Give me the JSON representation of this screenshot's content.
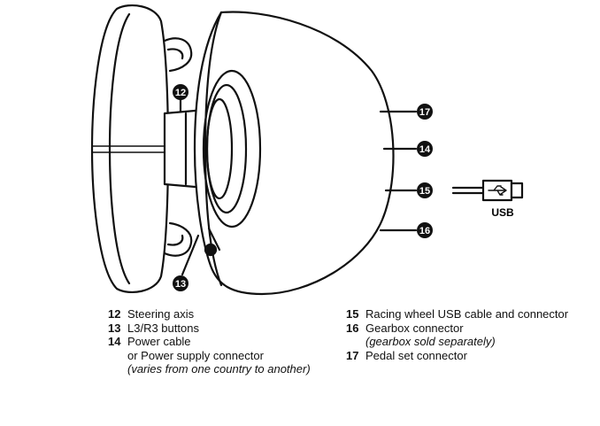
{
  "callouts": [
    "12",
    "13",
    "14",
    "15",
    "16",
    "17"
  ],
  "usb_label": "USB",
  "legend_left": [
    {
      "num": "12",
      "text": "Steering axis"
    },
    {
      "num": "13",
      "text": "L3/R3 buttons"
    },
    {
      "num": "14",
      "text": "Power cable",
      "sub": "or Power supply connector",
      "note": "(varies from one country to another)"
    }
  ],
  "legend_right": [
    {
      "num": "15",
      "text": "Racing wheel USB cable and connector"
    },
    {
      "num": "16",
      "text": "Gearbox connector",
      "note": "(gearbox sold separately)"
    },
    {
      "num": "17",
      "text": "Pedal set connector"
    }
  ]
}
